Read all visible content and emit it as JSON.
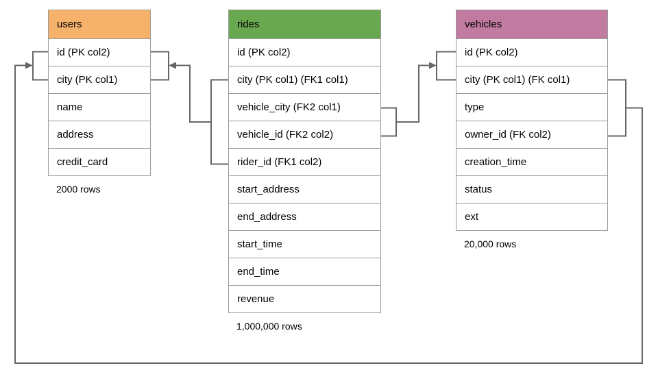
{
  "diagram": {
    "line_color": "#666666",
    "tables": [
      {
        "title": "users",
        "header_color": "#F6B26B",
        "rows": [
          "id (PK col2)",
          "city (PK col1)",
          "name",
          "address",
          "credit_card"
        ],
        "row_count_label": "2000 rows"
      },
      {
        "title": "rides",
        "header_color": "#6AA84F",
        "rows": [
          "id (PK col2)",
          "city (PK col1) (FK1 col1)",
          "vehicle_city (FK2 col1)",
          "vehicle_id (FK2 col2)",
          "rider_id (FK1 col2)",
          "start_address",
          "end_address",
          "start_time",
          "end_time",
          "revenue"
        ],
        "row_count_label": "1,000,000 rows"
      },
      {
        "title": "vehicles",
        "header_color": "#C27BA0",
        "rows": [
          "id (PK col2)",
          "city (PK col1) (FK col1)",
          "type",
          "owner_id (FK col2)",
          "creation_time",
          "status",
          "ext"
        ],
        "row_count_label": "20,000 rows"
      }
    ],
    "relationships": [
      {
        "name": "rides-fk1-to-users",
        "from_table": "rides",
        "from_columns": [
          "city (PK col1) (FK1 col1)",
          "rider_id (FK1 col2)"
        ],
        "to_table": "users",
        "to_columns": [
          "id (PK col2)",
          "city (PK col1)"
        ]
      },
      {
        "name": "rides-fk2-to-vehicles",
        "from_table": "rides",
        "from_columns": [
          "vehicle_city (FK2 col1)",
          "vehicle_id (FK2 col2)"
        ],
        "to_table": "vehicles",
        "to_columns": [
          "id (PK col2)",
          "city (PK col1) (FK col1)"
        ]
      },
      {
        "name": "vehicles-fk-to-users",
        "from_table": "vehicles",
        "from_columns": [
          "city (PK col1) (FK col1)",
          "owner_id (FK col2)"
        ],
        "to_table": "users",
        "to_columns": [
          "id (PK col2)",
          "city (PK col1)"
        ]
      }
    ]
  }
}
